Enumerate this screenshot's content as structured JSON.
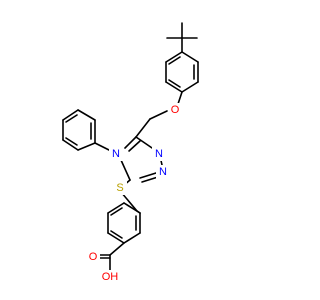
{
  "atoms": {
    "o_ether": {
      "text": "O",
      "color": "#ff0000"
    },
    "n_4": {
      "text": "N",
      "color": "#0000ff"
    },
    "n_2": {
      "text": "N",
      "color": "#0000ff"
    },
    "n_1": {
      "text": "N",
      "color": "#0000ff"
    },
    "s_thio": {
      "text": "S",
      "color": "#b8a000"
    },
    "o_carbonyl": {
      "text": "O",
      "color": "#ff0000"
    },
    "oh_acid": {
      "text": "OH",
      "color": "#ff0000"
    }
  }
}
